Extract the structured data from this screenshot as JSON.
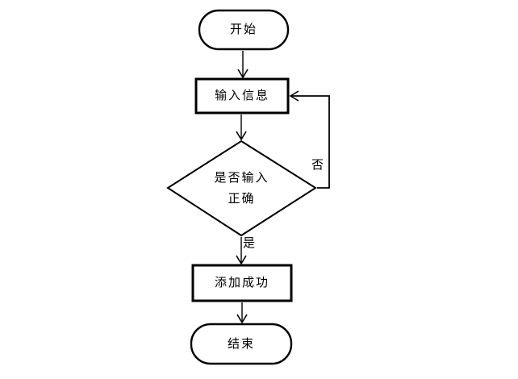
{
  "diagram": {
    "type": "flowchart",
    "background_color": "#ffffff",
    "stroke_color": "#000000",
    "nodes": {
      "start": {
        "label": "开始",
        "shape": "terminator"
      },
      "input": {
        "label": "输入信息",
        "shape": "process"
      },
      "decision": {
        "label": "是否输入\n正确",
        "shape": "decision"
      },
      "success": {
        "label": "添加成功",
        "shape": "process"
      },
      "end": {
        "label": "结束",
        "shape": "terminator"
      }
    },
    "edges": [
      {
        "from": "start",
        "to": "input",
        "label": ""
      },
      {
        "from": "input",
        "to": "decision",
        "label": ""
      },
      {
        "from": "decision",
        "to": "success",
        "label": "是"
      },
      {
        "from": "decision",
        "to": "input",
        "label": "否"
      },
      {
        "from": "success",
        "to": "end",
        "label": ""
      }
    ],
    "edge_labels": {
      "no": "否",
      "yes": "是"
    }
  }
}
